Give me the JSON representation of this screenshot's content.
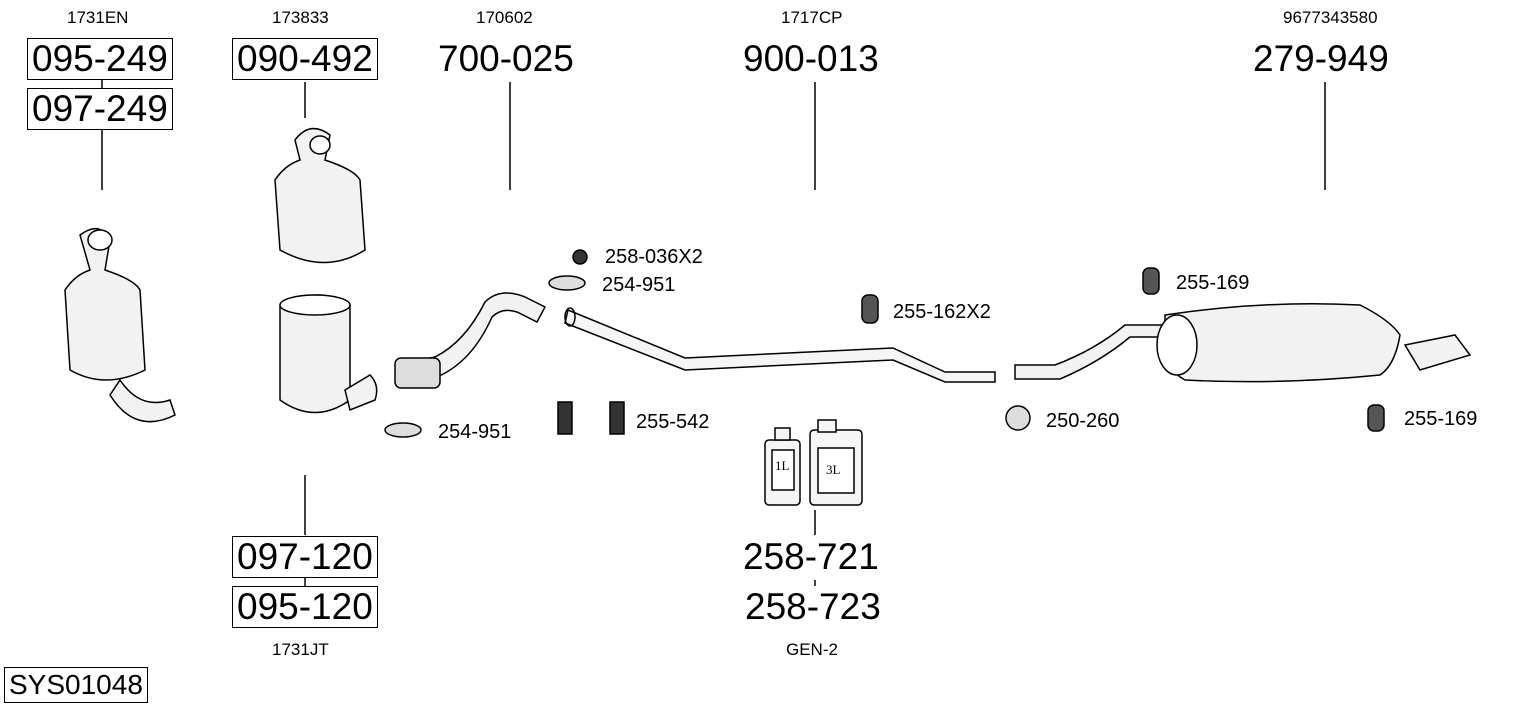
{
  "oem_refs": {
    "a": "1731EN",
    "b": "173833",
    "c": "170602",
    "d": "1717CP",
    "e": "9677343580",
    "f": "1731JT",
    "g": "GEN-2"
  },
  "parts": {
    "p1": "095-249",
    "p2": "097-249",
    "p3": "090-492",
    "p4": "700-025",
    "p5": "900-013",
    "p6": "279-949",
    "p7": "097-120",
    "p8": "095-120",
    "p9": "258-721",
    "p10": "258-723"
  },
  "accessories": {
    "a1": "258-036X2",
    "a2": "254-951",
    "a3": "254-951",
    "a4": "255-542",
    "a5": "255-162X2",
    "a6": "255-169",
    "a7": "250-260",
    "a8": "255-169"
  },
  "cans": {
    "small": "1L",
    "large": "3L"
  },
  "system_id": "SYS01048"
}
